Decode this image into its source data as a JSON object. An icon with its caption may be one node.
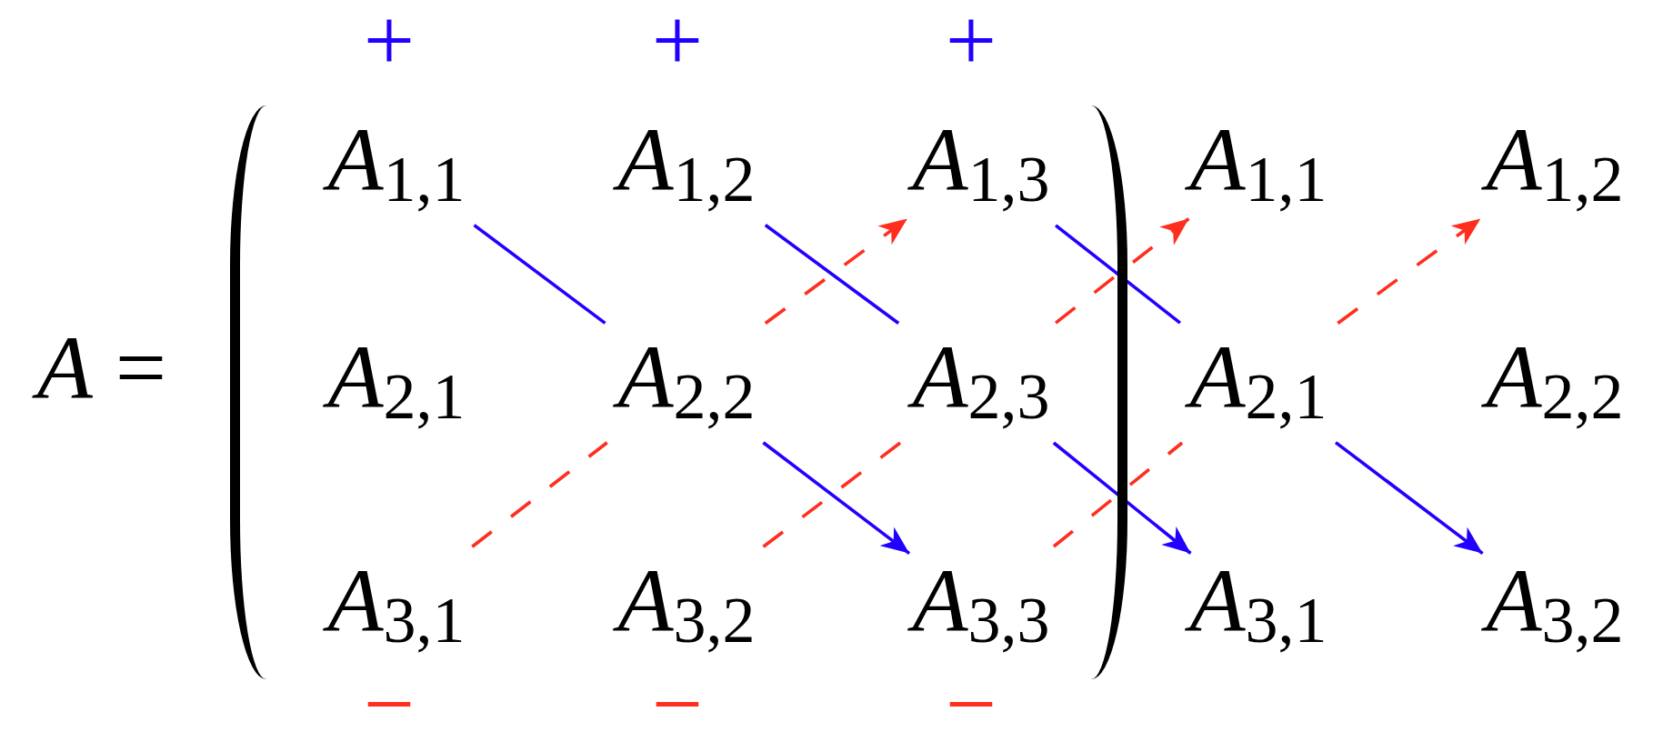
{
  "diagram": {
    "nodes": [
      {
        "text": [],
        "shape": "parentheses"
      },
      {
        "text": [
          "*A*$_{1,1}$"
        ],
        "in": 0
      },
      {
        "text": [
          "*A*$_{1,2}$"
        ],
        "in": 0
      },
      {
        "text": [
          "*A*$_{1,3}$"
        ],
        "in": 0
      },
      {
        "text": [
          "*A*$_{1,1}$"
        ]
      },
      {
        "text": [
          "*A*$_{1,2}$"
        ]
      },
      {
        "text": [
          "*A*$_{2,1}$"
        ],
        "in": 0
      },
      {
        "text": [
          "*A*$_{2,2}$"
        ],
        "in": 0
      },
      {
        "text": [
          "*A*$_{2,3}$"
        ],
        "in": 0
      },
      {
        "text": [
          "*A*$_{2,1}$"
        ]
      },
      {
        "text": [
          "*A*$_{2,2}$"
        ]
      },
      {
        "text": [
          "*A*$_{3,1}$"
        ],
        "in": 0
      },
      {
        "text": [
          "*A*$_{3,2}$"
        ],
        "in": 0
      },
      {
        "text": [
          "*A*$_{3,3}$"
        ],
        "in": 0
      },
      {
        "text": [
          "*A*$_{3,1}$"
        ]
      },
      {
        "text": [
          "*A*$_{3,2}$"
        ]
      }
    ],
    "edges": [
      {
        "from": 1,
        "to": 7,
        "arrow": "none",
        "color": "#2200ff"
      },
      {
        "from": 7,
        "to": 13,
        "arrow": "to",
        "color": "#2200ff"
      },
      {
        "from": 2,
        "to": 8,
        "arrow": "none",
        "color": "#2200ff"
      },
      {
        "from": 8,
        "to": 14,
        "arrow": "to",
        "color": "#2200ff"
      },
      {
        "from": 3,
        "to": 9,
        "arrow": "none",
        "color": "#2200ff"
      },
      {
        "from": 9,
        "to": 15,
        "arrow": "to",
        "color": "#2200ff"
      },
      {
        "from": 11,
        "to": 7,
        "arrow": "none",
        "style": "dashed",
        "color": "#ff2e1f"
      },
      {
        "from": 7,
        "to": 3,
        "arrow": "to",
        "style": "dashed",
        "color": "#ff2e1f"
      },
      {
        "from": 12,
        "to": 8,
        "arrow": "none",
        "style": "dashed",
        "color": "#ff2e1f"
      },
      {
        "from": 8,
        "to": 4,
        "arrow": "to",
        "style": "dashed",
        "color": "#ff2e1f"
      },
      {
        "from": 13,
        "to": 9,
        "arrow": "none",
        "style": "dashed",
        "color": "#ff2e1f"
      },
      {
        "from": 9,
        "to": 5,
        "arrow": "to",
        "style": "dashed",
        "color": "#ff2e1f"
      }
    ],
    "labels": [
      "+",
      "+",
      "+",
      "*A* =",
      "−",
      "−",
      "−"
    ]
  }
}
